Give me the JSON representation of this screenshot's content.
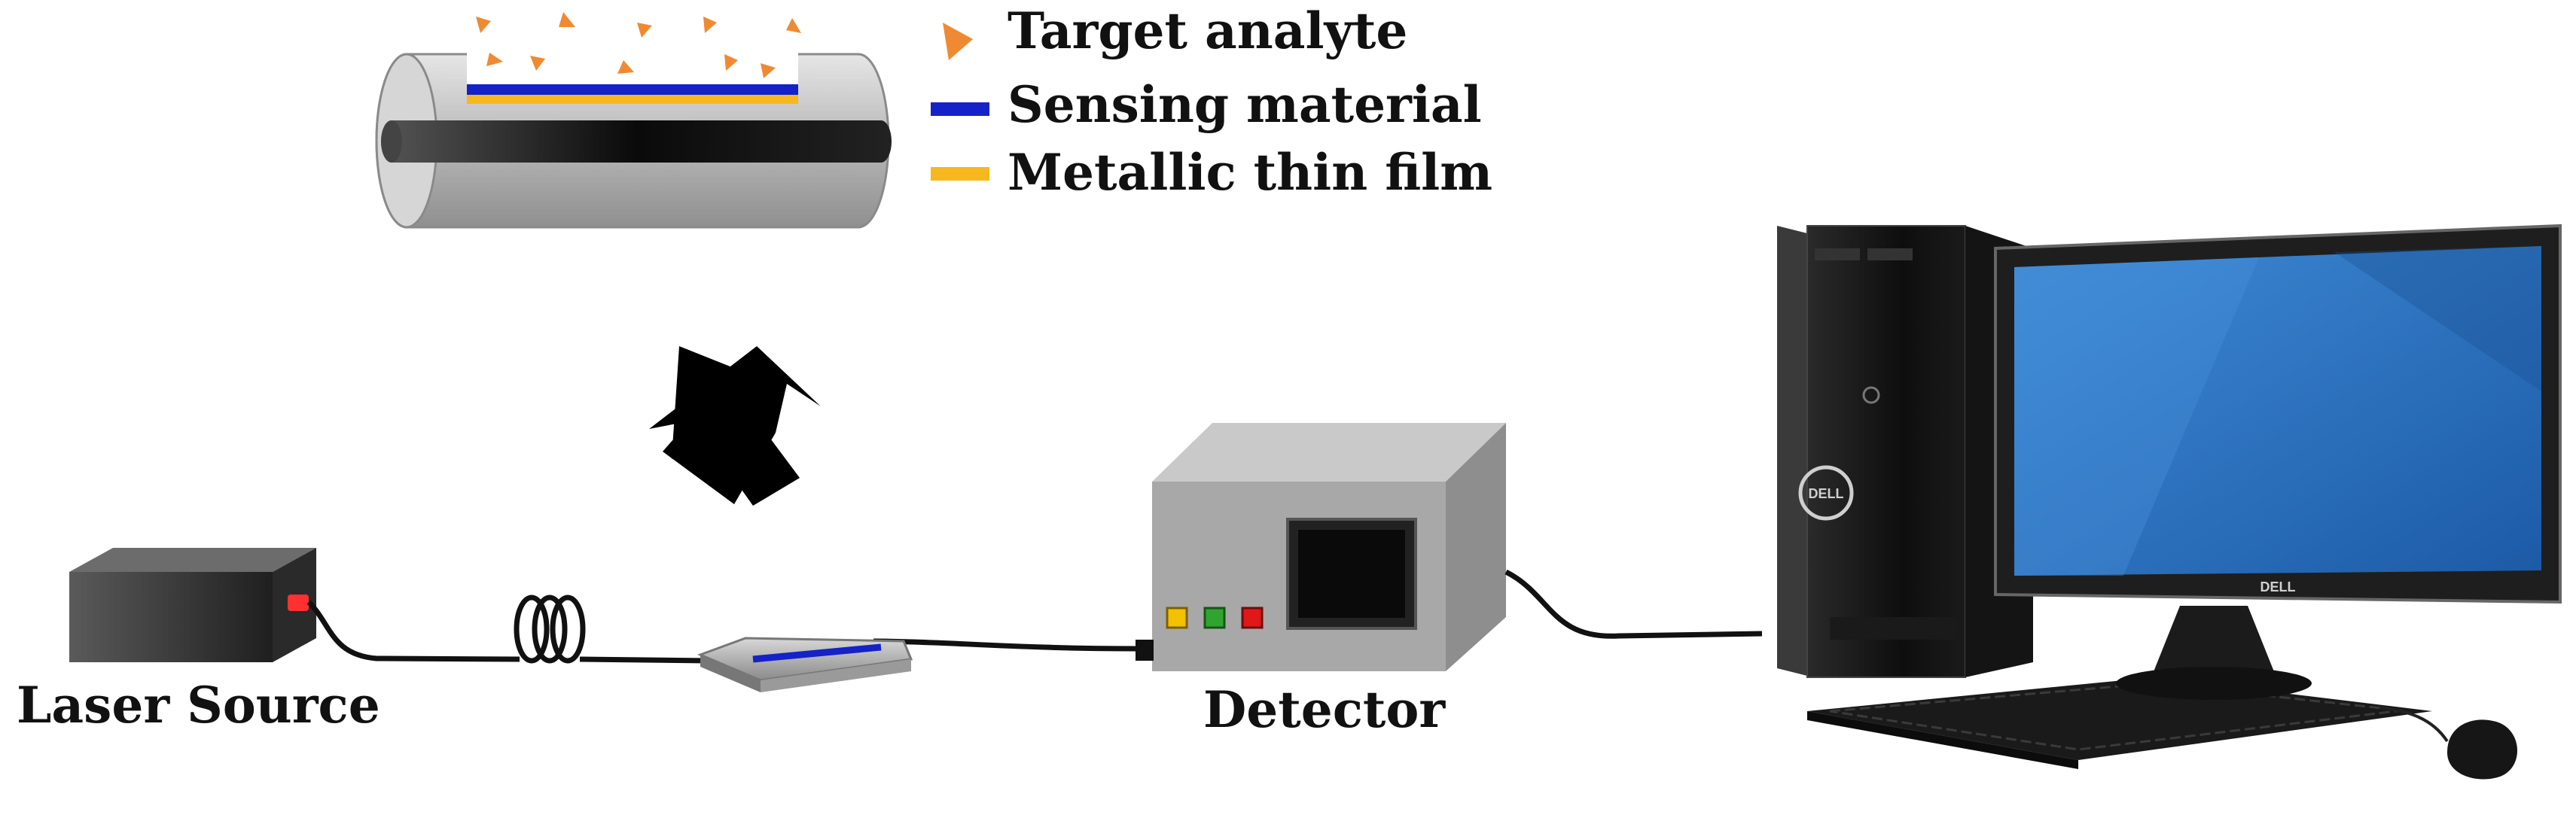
{
  "legend": {
    "items": [
      {
        "label": "Target analyte",
        "color": "#f08a32",
        "marker": "triangle"
      },
      {
        "label": "Sensing material",
        "color": "#1522c8",
        "marker": "bar"
      },
      {
        "label": "Metallic thin film",
        "color": "#f7b81e",
        "marker": "bar"
      }
    ]
  },
  "labels": {
    "laser": "Laser Source",
    "detector": "Detector"
  },
  "brand": {
    "tower": "DELL",
    "monitor": "DELL"
  },
  "colors": {
    "fiber_core": "#111111",
    "cladding": "#b9b9b9",
    "laser_port": "#ff3030",
    "detector_leds": [
      "#f2c200",
      "#2fa52f",
      "#e01818"
    ],
    "screen": "#2e73c2"
  }
}
